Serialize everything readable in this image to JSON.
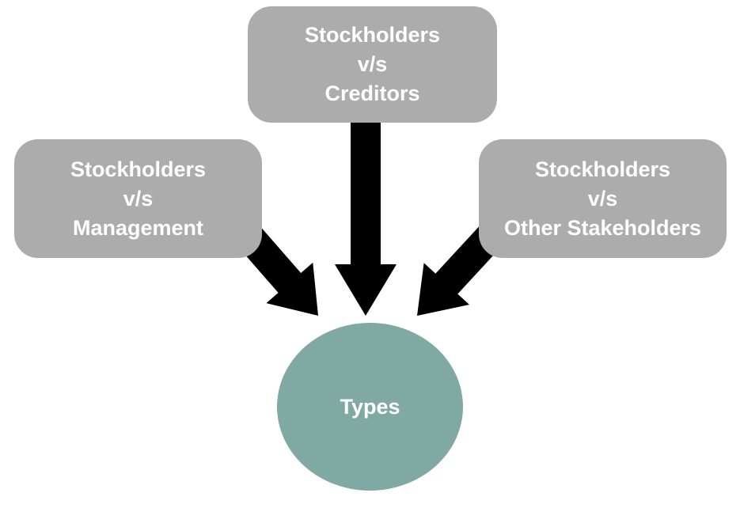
{
  "diagram": {
    "type": "converging-arrows-diagram",
    "colors": {
      "background": "#ffffff",
      "box_fill": "#acacac",
      "box_text": "#ffffff",
      "arrow": "#000000",
      "center_fill": "#7fa9a2",
      "center_text": "#ffffff"
    },
    "boxes": {
      "creditors": {
        "id": "stockholders-vs-creditors",
        "lines": [
          "Stockholders",
          "v/s",
          "Creditors"
        ]
      },
      "management": {
        "id": "stockholders-vs-management",
        "lines": [
          "Stockholders",
          "v/s",
          "Management"
        ]
      },
      "other_stakeholders": {
        "id": "stockholders-vs-other-stakeholders",
        "lines": [
          "Stockholders",
          "v/s",
          "Other Stakeholders"
        ]
      }
    },
    "center": {
      "label": "Types"
    },
    "connections": [
      {
        "from": "Stockholders v/s Management",
        "to": "Types"
      },
      {
        "from": "Stockholders v/s Creditors",
        "to": "Types"
      },
      {
        "from": "Stockholders v/s Other Stakeholders",
        "to": "Types"
      }
    ]
  }
}
